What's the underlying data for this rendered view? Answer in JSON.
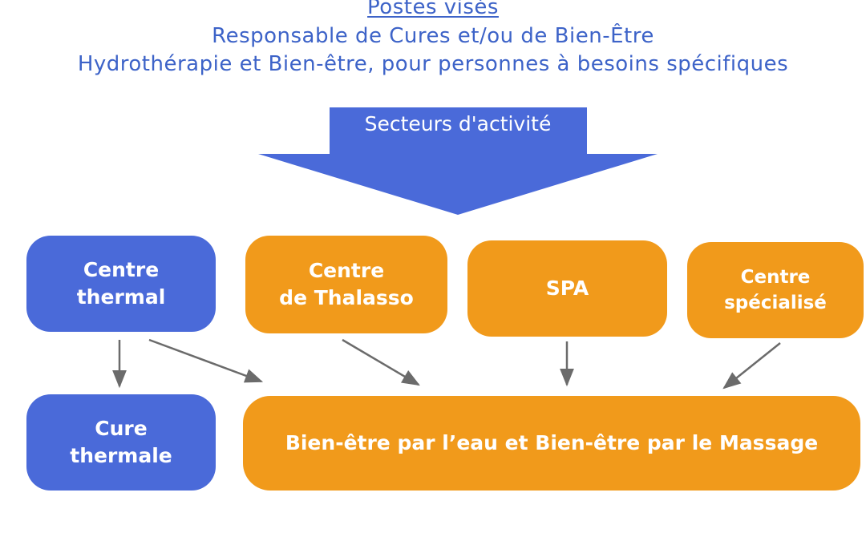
{
  "header": {
    "title": "Postes visés",
    "subtitle_1": "Responsable de Cures et/ou de Bien-Être",
    "subtitle_2": "Hydrothérapie et Bien-être, pour personnes à besoins spécifiques"
  },
  "arrow": {
    "label": "Secteurs d'activité"
  },
  "sectors": {
    "thermal": {
      "line1": "Centre",
      "line2": "thermal"
    },
    "thalasso": {
      "line1": "Centre",
      "line2": "de Thalasso"
    },
    "spa": {
      "line1": "SPA"
    },
    "specialise": {
      "line1": "Centre",
      "line2": "spécialisé"
    }
  },
  "outcomes": {
    "cure": {
      "line1": "Cure",
      "line2": "thermale"
    },
    "bienetre": {
      "line1": "Bien-être par l’eau et Bien-être par le Massage"
    }
  },
  "colors": {
    "blue": "#4a6ad9",
    "orange": "#f19a1b",
    "text_blue": "#3d63c8",
    "arrow_gray": "#6b6b6b"
  }
}
